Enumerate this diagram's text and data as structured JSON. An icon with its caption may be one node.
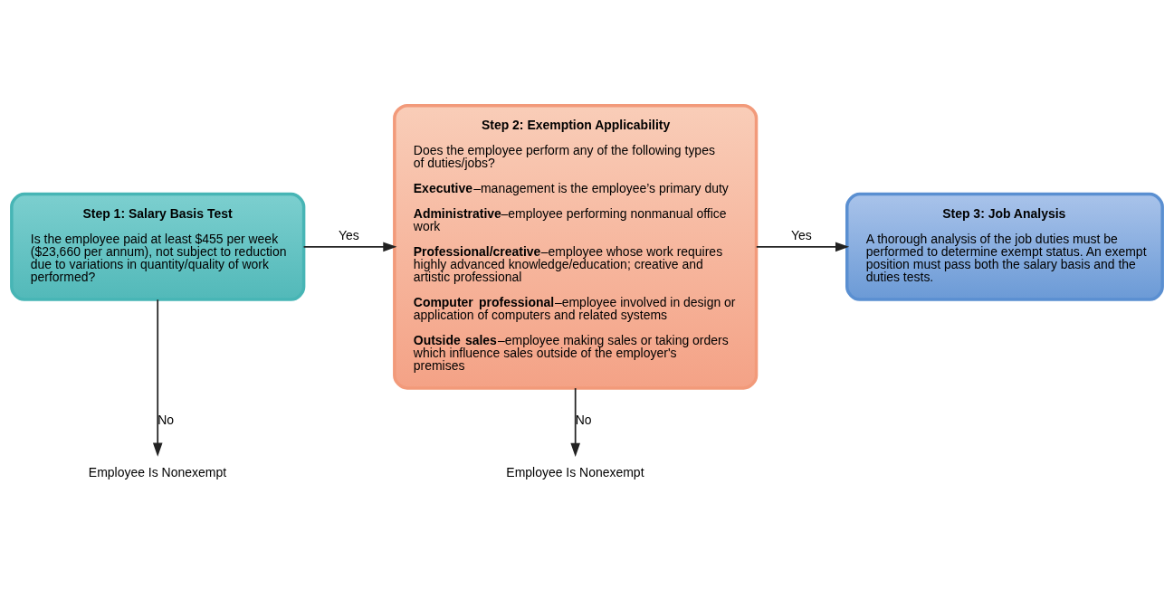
{
  "diagram": {
    "nodes": [
      {
        "text": [
          "Step 1: Salary Basis Test",
          "Is the employee paid at least $455 per week ($23,660 per annum), not subject to reduction due to variations in quantity/quality of work performed?"
        ]
      },
      {
        "text": [
          "Employee Is Nonexempt"
        ]
      },
      {
        "text": [
          "Step 2: Exemption Applicability",
          "Does the employee perform any of the following types of duties/jobs?",
          "**Executive**–management is the employee’s primary duty",
          "**Administrative**–employee performing nonmanual office work",
          "**Professional/creative**–employee whose work requires highly advanced knowledge/education; creative and artistic professional",
          "**Computer professional**–employee involved in design or application of computers and related systems",
          "**Outside sales**–employee making sales or taking orders which influence sales outside of the employer's premises"
        ]
      },
      {
        "text": [
          "Employee Is Nonexempt"
        ]
      },
      {
        "text": [
          "Step 3: Job Analysis",
          "A thorough analysis of the job duties must be performed to determine exempt status. An exempt position must pass both the salary basis and the duties tests."
        ]
      }
    ],
    "edges": [
      {
        "from": 0,
        "to": 2,
        "arrow": "to",
        "label": "Yes"
      },
      {
        "from": 0,
        "to": 1,
        "arrow": "to",
        "label": "No"
      },
      {
        "from": 2,
        "to": 4,
        "arrow": "to",
        "label": "Yes"
      },
      {
        "from": 2,
        "to": 3,
        "arrow": "to",
        "label": "No"
      }
    ]
  }
}
